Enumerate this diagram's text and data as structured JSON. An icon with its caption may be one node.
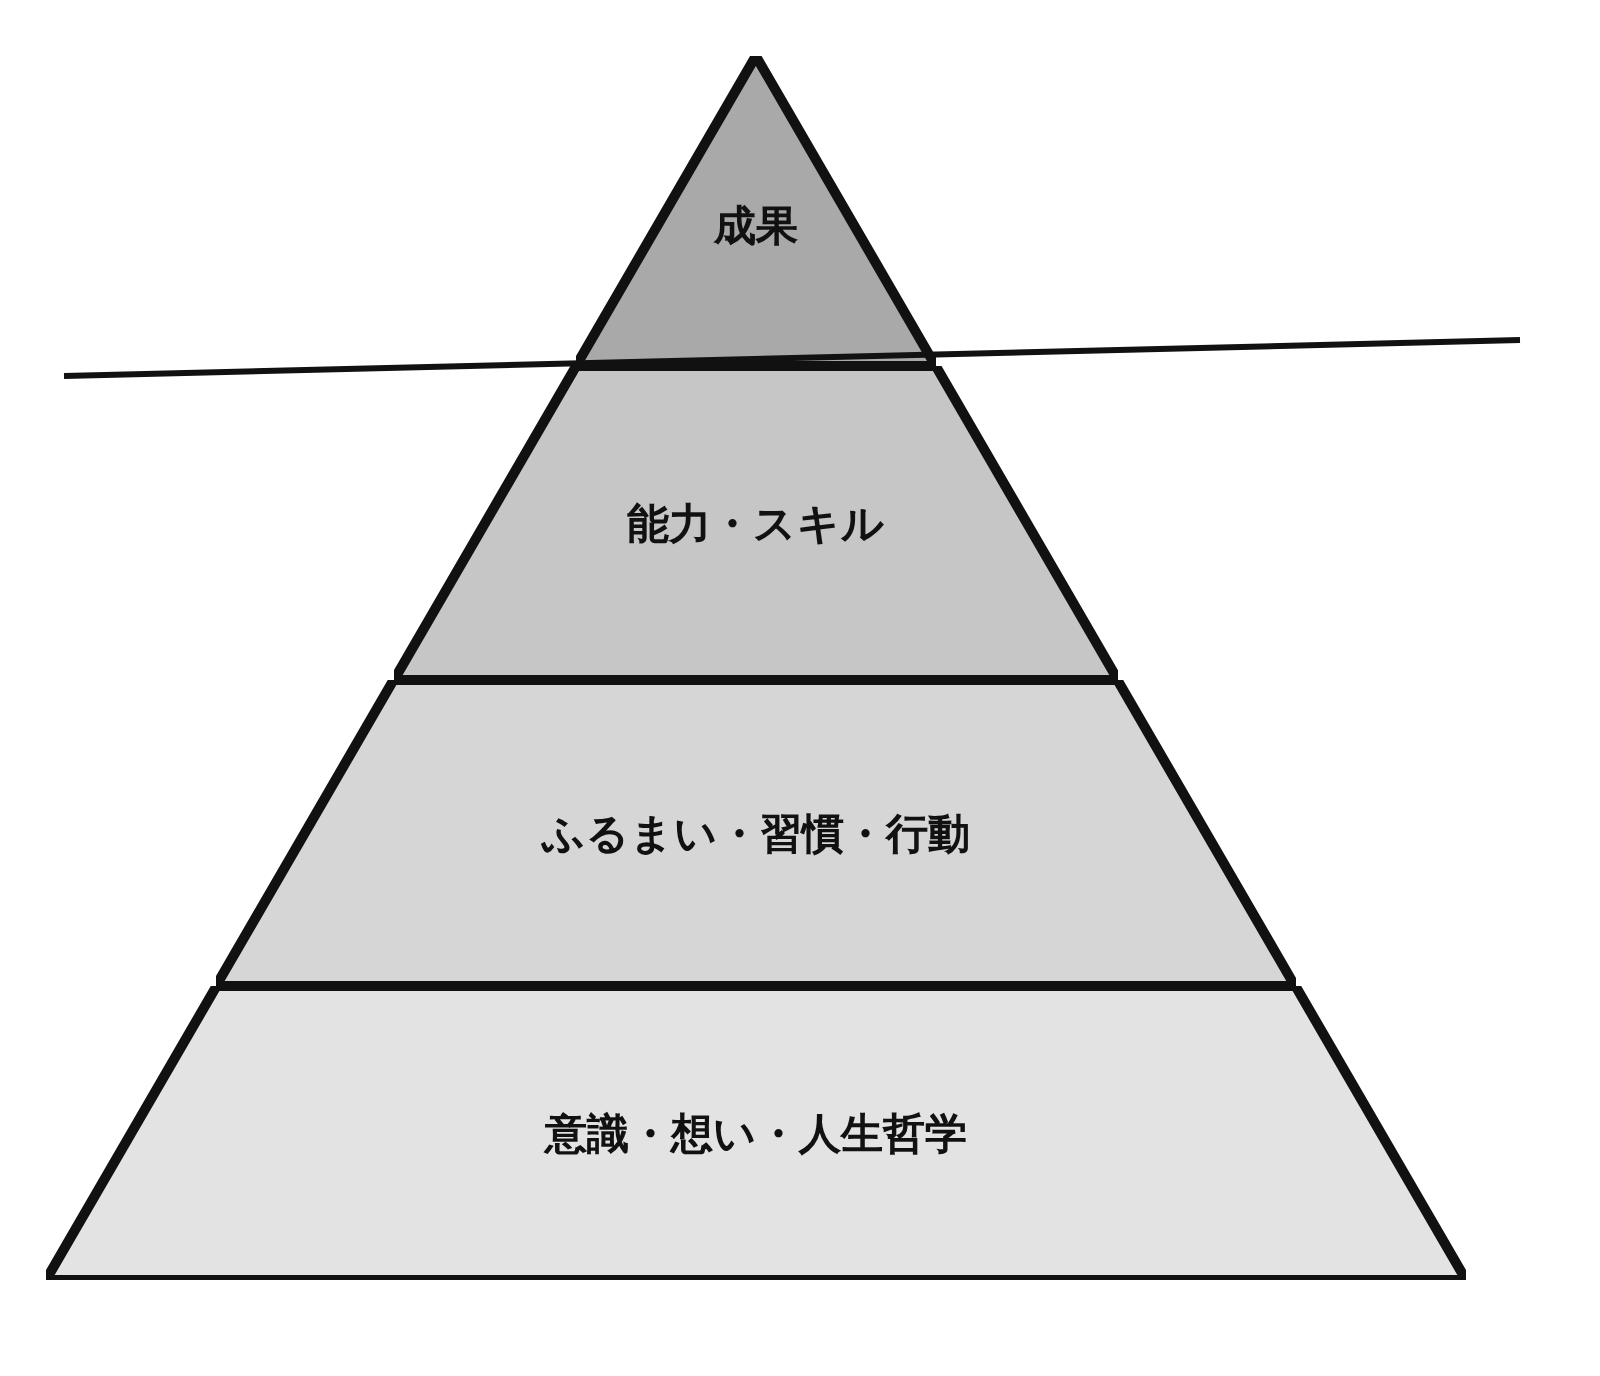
{
  "diagram": {
    "nodes": [
      {
        "text": [
          "成果"
        ]
      },
      {
        "text": [
          "能力・スキル"
        ]
      },
      {
        "text": [
          "ふるまい・習慣・行動"
        ]
      },
      {
        "text": [
          "意識・想い・人生哲学"
        ]
      }
    ]
  }
}
